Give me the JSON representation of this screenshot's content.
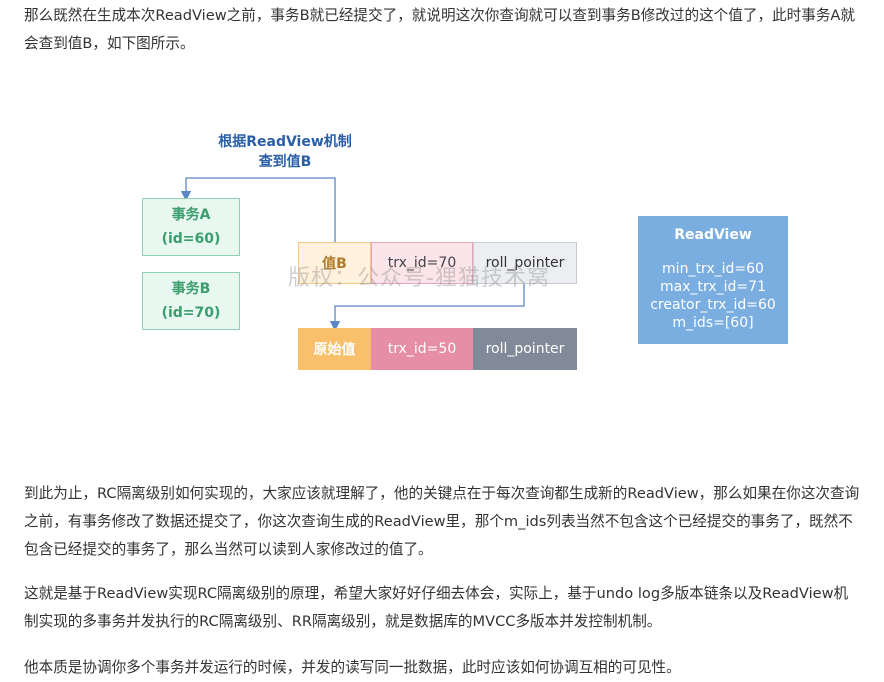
{
  "paragraphs": {
    "p1": "那么既然在生成本次ReadView之前，事务B就已经提交了，就说明这次你查询就可以查到事务B修改过的这个值了，此时事务A就会查到值B，如下图所示。",
    "p2": "到此为止，RC隔离级别如何实现的，大家应该就理解了，他的关键点在于每次查询都生成新的ReadView，那么如果在你这次查询之前，有事务修改了数据还提交了，你这次查询生成的ReadView里，那个m_ids列表当然不包含这个已经提交的事务了，既然不包含已经提交的事务了，那么当然可以读到人家修改过的值了。",
    "p3": "这就是基于ReadView实现RC隔离级别的原理，希望大家好好仔细去体会，实际上，基于undo log多版本链条以及ReadView机制实现的多事务并发执行的RC隔离级别、RR隔离级别，就是数据库的MVCC多版本并发控制机制。",
    "p4": "他本质是协调你多个事务并发运行的时候，并发的读写同一批数据，此时应该如何协调互相的可见性。"
  },
  "diagram": {
    "annotation_line1": "根据ReadView机制",
    "annotation_line2": "查到值B",
    "transaction_a": {
      "name": "事务A",
      "id": "(id=60)"
    },
    "transaction_b": {
      "name": "事务B",
      "id": "(id=70)"
    },
    "row_current": {
      "value": "值B",
      "trx_id": "trx_id=70",
      "roll_pointer": "roll_pointer"
    },
    "row_old": {
      "value": "原始值",
      "trx_id": "trx_id=50",
      "roll_pointer": "roll_pointer"
    },
    "readview": {
      "title": "ReadView",
      "min_trx_id": "min_trx_id=60",
      "max_trx_id": "max_trx_id=71",
      "creator_trx_id": "creator_trx_id=60",
      "m_ids": "m_ids=[60]"
    },
    "watermark": "版权：公众号-狸猫技术窝"
  },
  "colors": {
    "transaction_fill": "#e8f7ef",
    "transaction_text": "#3a9e6e",
    "arrow": "#5a87c6",
    "readview_fill": "#7aaee0"
  }
}
